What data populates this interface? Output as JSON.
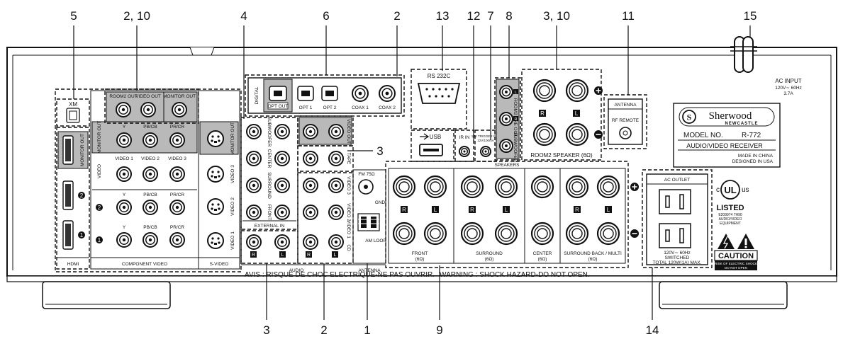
{
  "callouts": {
    "c5": "5",
    "c2_10": "2, 10",
    "c4": "4",
    "c6": "6",
    "c2_top": "2",
    "c13": "13",
    "c12": "12",
    "c7": "7",
    "c8": "8",
    "c3_10": "3, 10",
    "c11": "11",
    "c15": "15",
    "c3_mid": "3",
    "c3_bot": "3",
    "c2_bot": "2",
    "c1": "1",
    "c9": "9",
    "c14": "14"
  },
  "xm": {
    "label": "XM"
  },
  "hdmi": {
    "monitor_out": "MONITOR OUT",
    "label": "HDMI",
    "in2": "2",
    "in1": "1"
  },
  "component": {
    "room2_out": "ROOM2 OUT",
    "video_out": "VIDEO OUT",
    "monitor_out": "MONITOR OUT",
    "monitor_out_side": "MONITOR OUT",
    "y": "Y",
    "pb": "PB/CB",
    "pr": "PR/CR",
    "video_side": "VIDEO",
    "video1": "VIDEO 1",
    "video2": "VIDEO 2",
    "video3": "VIDEO 3",
    "row2": "2",
    "row1": "1",
    "label": "COMPONENT VIDEO"
  },
  "svideo": {
    "monitor_out": "MONITOR OUT",
    "video3": "VIDEO 3",
    "video2": "VIDEO 2",
    "video1": "VIDEO 1",
    "label": "S-VIDEO"
  },
  "external": {
    "front": "FRONT",
    "surround": "SURROUND",
    "center": "CENTER",
    "subwoofer": "SUBWOOFER",
    "label": "EXTERNAL IN"
  },
  "audio": {
    "video_out": "VIDEO OUT",
    "tape": "TAPE",
    "video3": "VIDEO 3",
    "video2": "VIDEO 2",
    "video1": "VIDEO 1",
    "cd": "CD",
    "label": "AUDIO",
    "r": "R",
    "l": "L"
  },
  "antenna": {
    "fm": "FM 75Ω",
    "gnd": "GND",
    "am": "AM LOOP",
    "label": "ANTENNA"
  },
  "digital": {
    "side": "DIGITAL",
    "opt_out": "OPT OUT",
    "opt1": "OPT 1",
    "opt2": "OPT 2",
    "coax1": "COAX 1",
    "coax2": "COAX 2"
  },
  "rs232": {
    "label": "RS 232C"
  },
  "usb": {
    "label": "USB"
  },
  "ir": {
    "label": "IR IN"
  },
  "trigger": {
    "label": "12V TRIGGER OUT",
    "spec": "12V/100mA"
  },
  "room2_pre": {
    "label": "ROOM2 PRE OUT",
    "sub": "SUBWOOFER",
    "l": "L",
    "r": "R"
  },
  "room2_spk": {
    "label": "ROOM2 SPEAKER (6Ω)",
    "r": "R",
    "l": "L"
  },
  "antenna_box": {
    "title": "ANTENNA",
    "rf": "RF REMOTE"
  },
  "brand": {
    "name": "Sherwood",
    "sub": "NEWCASTLE",
    "model_label": "MODEL NO.",
    "model": "R-772",
    "type": "AUDIO/VIDEO RECEIVER",
    "made": "MADE IN CHINA",
    "designed": "DESIGNED IN USA"
  },
  "ac_input": {
    "line1": "AC INPUT",
    "line2": "120V∼ 60Hz",
    "line3": "3.7A"
  },
  "ul": {
    "c": "c",
    "us": "us",
    "ul": "UL",
    "listed": "LISTED",
    "code": "E209974 7H90",
    "desc1": "AUDIO/VIDEO",
    "desc2": "EQUIPMENT"
  },
  "speakers": {
    "title": "SPEAKERS",
    "front": "FRONT",
    "surround": "SURROUND",
    "center": "CENTER",
    "sb": "SURROUND BACK / MULTI",
    "ohm": "(6Ω)",
    "r": "R",
    "l": "L"
  },
  "ac_outlet": {
    "title": "AC OUTLET",
    "spec1": "120V∼ 60Hz",
    "spec2": "SWITCHED",
    "spec3": "TOTAL 120W(1A) MAX."
  },
  "caution": {
    "title": "CAUTION",
    "line1": "RISK OF ELECTRIC SHOCK",
    "line2": "DO NOT OPEN"
  },
  "warnings": {
    "fr": "AVIS : RISQUE DE CHOC ELECTRIQUE-NE PAS OUVRIR.",
    "en": "WARNING : SHOCK HAZARD-DO NOT OPEN."
  }
}
